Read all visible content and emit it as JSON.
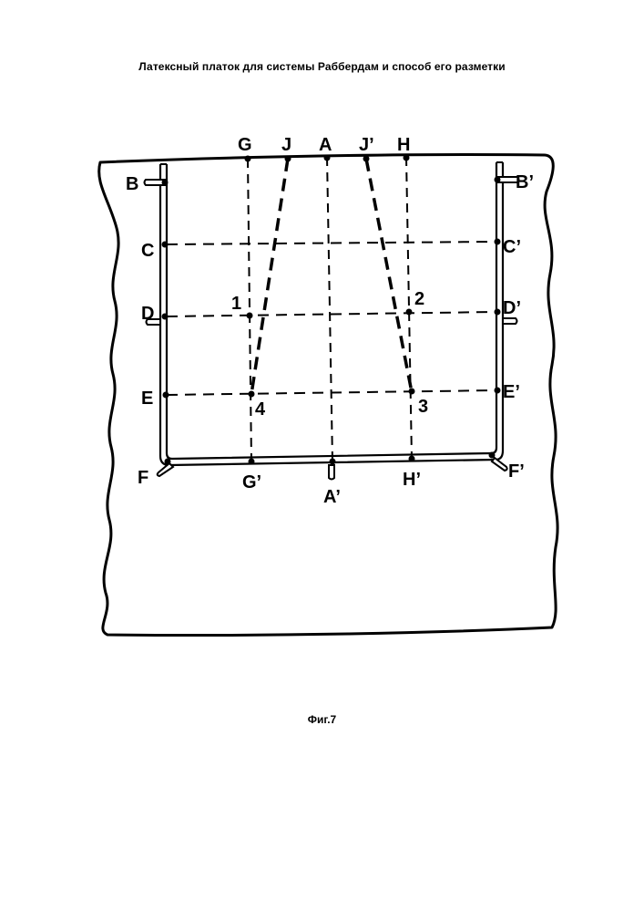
{
  "title": "Латексный платок для системы Раббердам и способ его разметки",
  "caption": "Фиг.7",
  "labels": {
    "G": "G",
    "J": "J",
    "A": "A",
    "J_prime": "J’",
    "H": "H",
    "B": "B",
    "B_prime": "B’",
    "C": "C",
    "C_prime": "C’",
    "D": "D",
    "D_prime": "D’",
    "E": "E",
    "E_prime": "E’",
    "F": "F",
    "F_prime": "F’",
    "G_prime": "G’",
    "A_prime": "A’",
    "H_prime": "H’",
    "n1": "1",
    "n2": "2",
    "n3": "3",
    "n4": "4"
  }
}
